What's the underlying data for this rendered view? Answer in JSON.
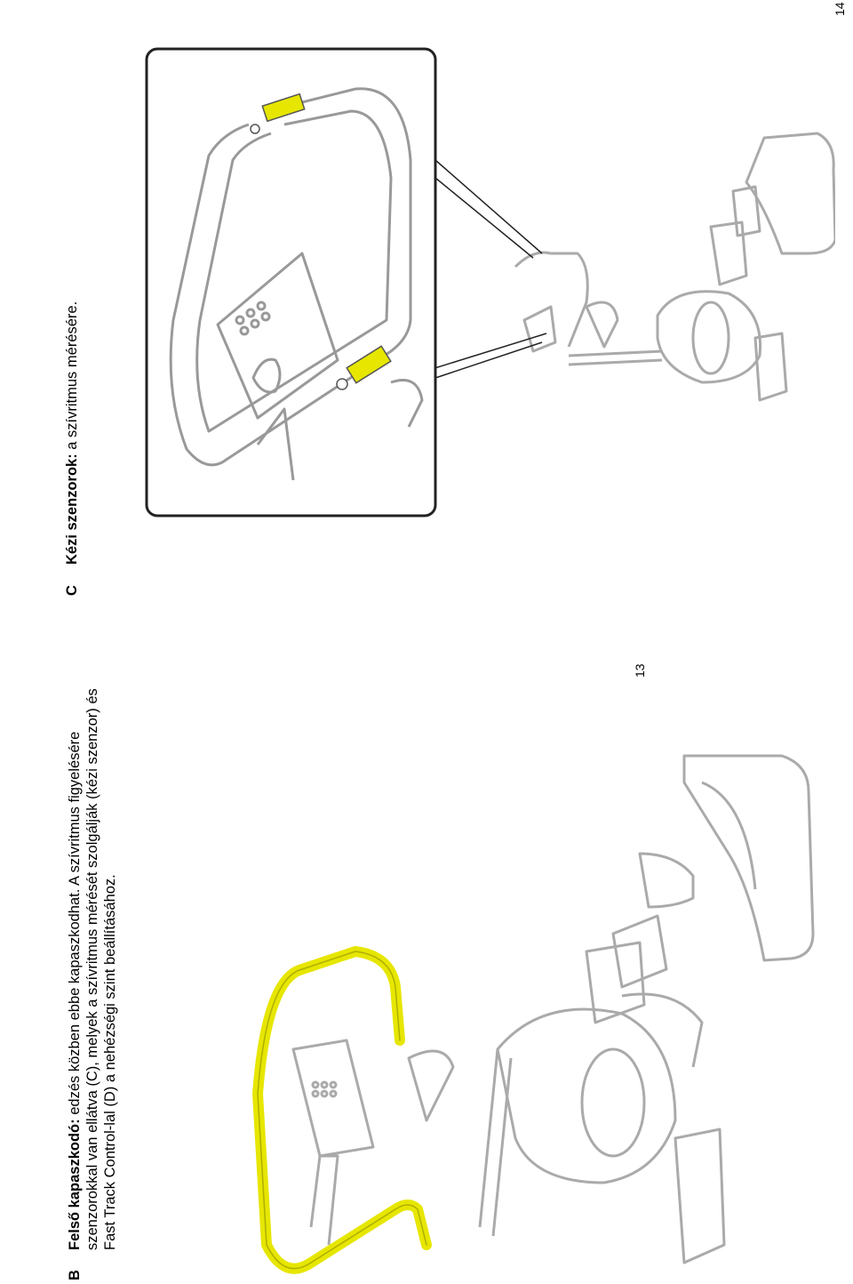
{
  "pages": {
    "left_page_number": "13",
    "right_page_number": "14"
  },
  "section_b": {
    "letter": "B",
    "title": "Felső kapaszkodó:",
    "lines": [
      "edzés közben ebbe kapaszkodhat. A szívritmus figyelésére",
      "szenzorokkal van ellátva (C), melyek a szívritmus mérését szolgálják (kézi szenzor) és",
      "Fast Track Control-lal (D) a nehézségi szint beállításához."
    ]
  },
  "section_c": {
    "letter": "C",
    "title": "Kézi szenzorok:",
    "text": "a szívritmus mérésére."
  },
  "colors": {
    "highlight": "#e6e600",
    "line": "#9a9a9a",
    "frame": "#222222"
  }
}
